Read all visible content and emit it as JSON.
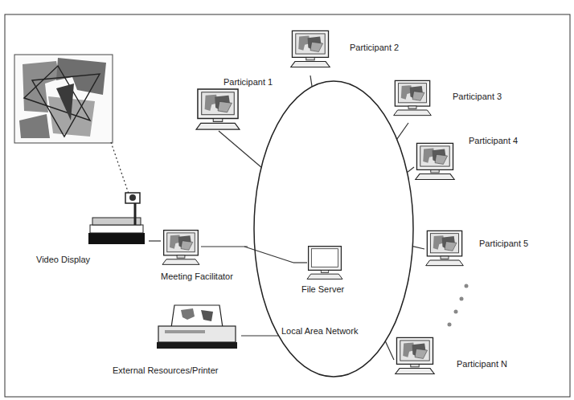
{
  "diagram": {
    "nodes": [
      {
        "text": [
          "Local Area Network"
        ]
      },
      {
        "text": [
          "File Server"
        ],
        "in": 0
      },
      {
        "text": [
          "Meeting Facilitator"
        ]
      },
      {
        "text": [
          "Video Display"
        ]
      },
      {
        "text": [
          "External Resources/Printer"
        ]
      },
      {
        "text": [
          "Participant 1"
        ]
      },
      {
        "text": [
          "Participant 2"
        ]
      },
      {
        "text": [
          "Participant 3"
        ]
      },
      {
        "text": [
          "Participant 4"
        ]
      },
      {
        "text": [
          "Participant 5"
        ]
      },
      {
        "text": [
          "Participant N"
        ]
      }
    ],
    "edges": [
      {
        "from": 5,
        "to": 0,
        "arrow": "none"
      },
      {
        "from": 6,
        "to": 0,
        "arrow": "none"
      },
      {
        "from": 7,
        "to": 0,
        "arrow": "none"
      },
      {
        "from": 8,
        "to": 0,
        "arrow": "none"
      },
      {
        "from": 9,
        "to": 0,
        "arrow": "none"
      },
      {
        "from": 10,
        "to": 0,
        "arrow": "none"
      },
      {
        "from": 2,
        "to": 1,
        "arrow": "none"
      },
      {
        "from": 3,
        "to": 2,
        "arrow": "none"
      },
      {
        "from": 4,
        "to": 0,
        "arrow": "none"
      }
    ]
  }
}
